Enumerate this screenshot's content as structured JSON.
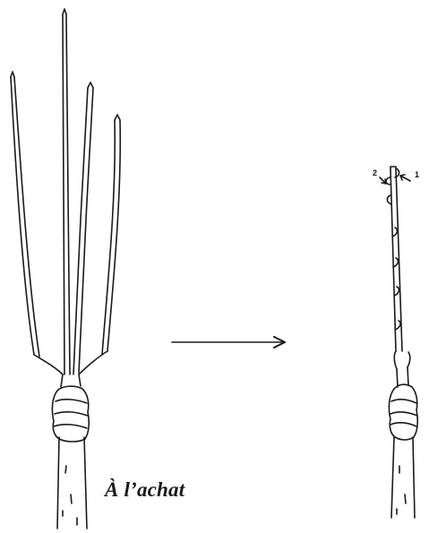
{
  "caption": "À l’achat",
  "bud_labels": {
    "first": "1",
    "second": "2"
  },
  "colors": {
    "ink": "#1a1a1a",
    "background": "#ffffff"
  }
}
